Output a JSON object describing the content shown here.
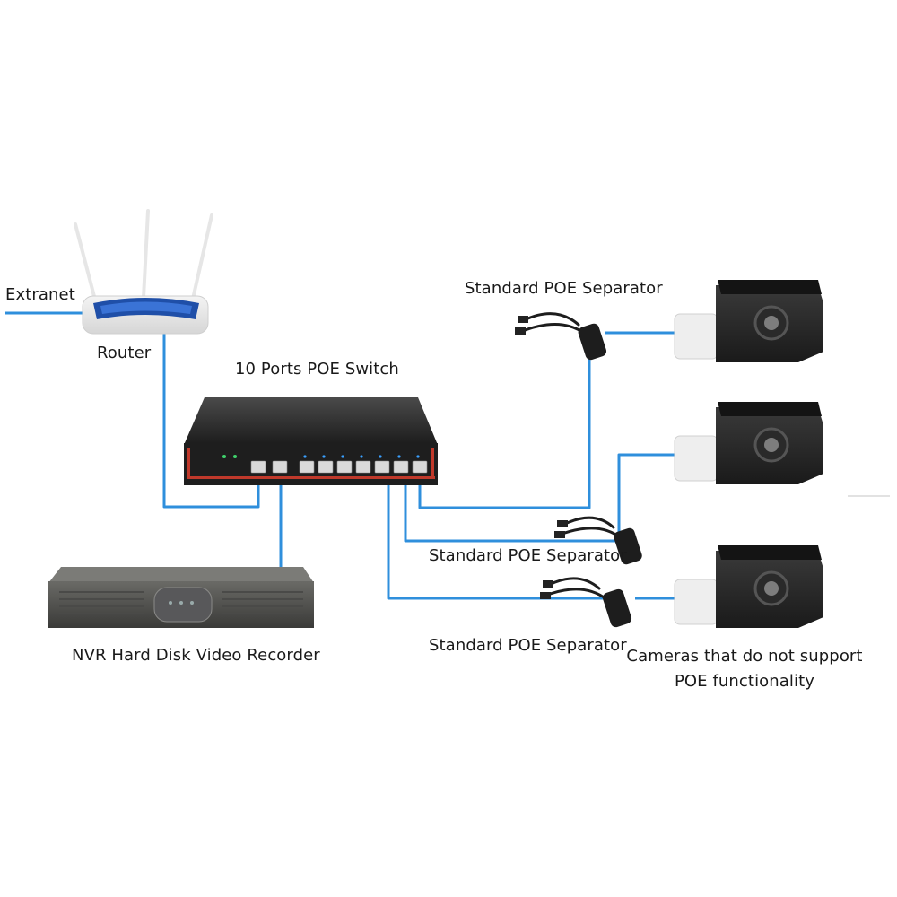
{
  "labels": {
    "extranet": "Extranet",
    "router": "Router",
    "switch": "10 Ports POE Switch",
    "separator_top": "Standard POE Separator",
    "separator_middle": "Standard POE Separator",
    "separator_bottom": "Standard POE Separator",
    "nvr": "NVR Hard Disk Video Recorder",
    "cameras_line1": "Cameras that do not support",
    "cameras_line2": "POE functionality"
  },
  "colors": {
    "cable": "#2f8fdc",
    "device_dark": "#2b2b2b",
    "switch_accent": "#c0392b",
    "router_band": "#1f4fa8"
  },
  "icons": [
    "router-icon",
    "poe-switch-icon",
    "nvr-icon",
    "poe-separator-icon",
    "bullet-camera-icon"
  ]
}
